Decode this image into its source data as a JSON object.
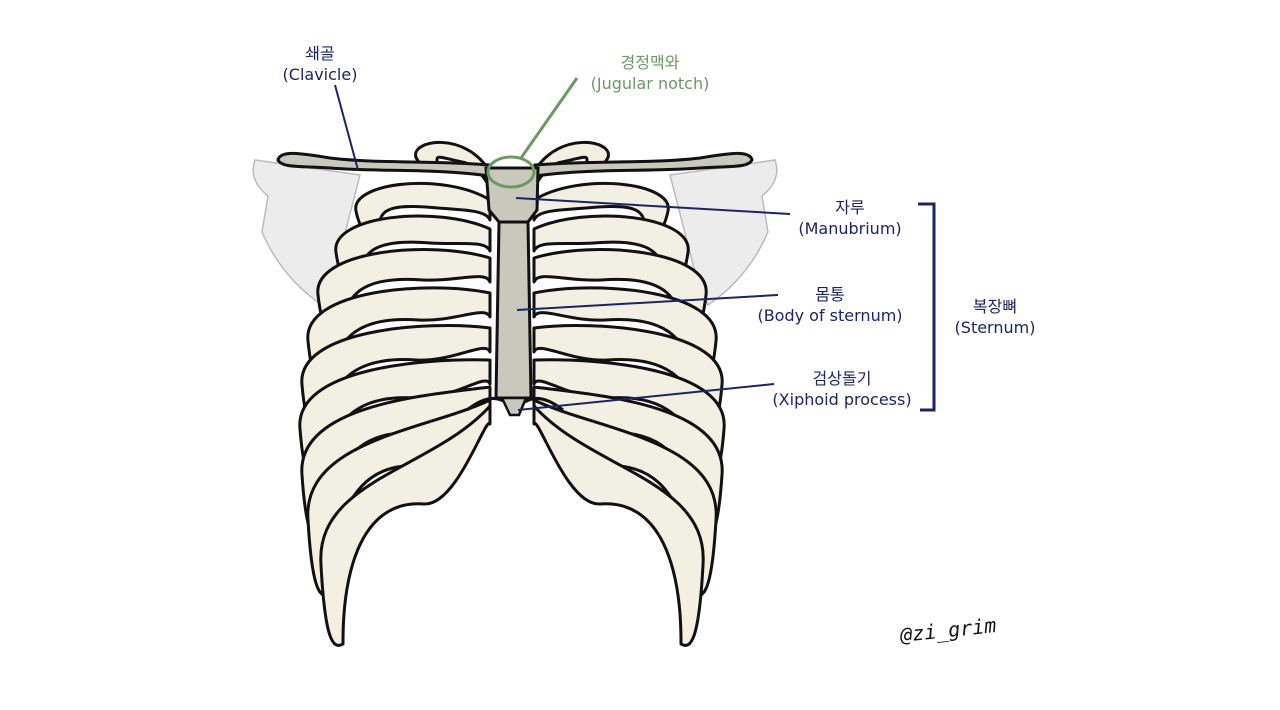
{
  "labels": {
    "clavicle": {
      "ko": "쇄골",
      "en": "(Clavicle)"
    },
    "jugular_notch": {
      "ko": "경정맥와",
      "en": "(Jugular notch)"
    },
    "manubrium": {
      "ko": "자루",
      "en": "(Manubrium)"
    },
    "body": {
      "ko": "몸통",
      "en": "(Body of sternum)"
    },
    "xiphoid": {
      "ko": "검상돌기",
      "en": "(Xiphoid process)"
    },
    "sternum": {
      "ko": "복장뼈",
      "en": "(Sternum)"
    }
  },
  "signature": "@zi_grim",
  "colors": {
    "bone_fill": "#f2f0e2",
    "sternum_fill": "#c9c8bc",
    "outline": "#111111",
    "leader_line": "#1c2466",
    "jugular_line": "#6a9a62"
  }
}
